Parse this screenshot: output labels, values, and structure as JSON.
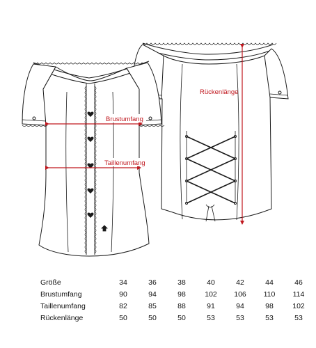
{
  "labels": {
    "chest": "Brustumfang",
    "waist": "Taillenumfang",
    "back_length": "Rückenlänge"
  },
  "colors": {
    "measure": "#c0181f",
    "outline": "#1a1a1a"
  },
  "size_table": {
    "rows": [
      {
        "label": "Größe",
        "values": [
          "34",
          "36",
          "38",
          "40",
          "42",
          "44",
          "46"
        ]
      },
      {
        "label": "Brustumfang",
        "values": [
          "90",
          "94",
          "98",
          "102",
          "106",
          "110",
          "114"
        ]
      },
      {
        "label": "Taillenumfang",
        "values": [
          "82",
          "85",
          "88",
          "91",
          "94",
          "98",
          "102"
        ]
      },
      {
        "label": "Rückenlänge",
        "values": [
          "50",
          "50",
          "50",
          "53",
          "53",
          "53",
          "53"
        ]
      }
    ]
  }
}
